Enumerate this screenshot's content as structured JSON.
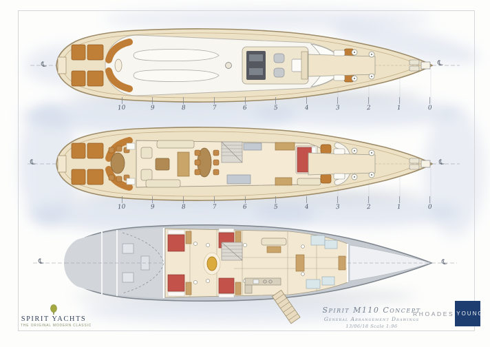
{
  "title_block": {
    "line1": "Spirit M110 Concept",
    "line2": "General Arrangement Drawings",
    "line3": "13/06/18  Scale 1:96"
  },
  "logos": {
    "spirit_yachts": {
      "name": "SPIRIT YACHTS",
      "tagline": "THE ORIGINAL MODERN CLASSIC"
    },
    "rhoades_young": {
      "left": "RHOADES",
      "right": "YOUNG"
    }
  },
  "scale_ruler": {
    "labels": [
      "10",
      "9",
      "8",
      "7",
      "6",
      "5",
      "4",
      "3",
      "2",
      "1",
      "0"
    ]
  },
  "drawing": {
    "centerline_symbol": "℄",
    "decks": [
      "flybridge-deck-plan",
      "main-deck-plan",
      "lower-deck-plan"
    ]
  },
  "colors": {
    "deck_cream": "#eee2c6",
    "hull_trim": "#9c8a66",
    "superstructure_white": "#f8f6f0",
    "furniture_brown": "#bf7d36",
    "table_wood": "#b08a52",
    "bed_red": "#c3524a",
    "steel_gray": "#c6cbd1",
    "gold_table": "#dcab3e",
    "logo_navy": "#1d3c70",
    "wash_blue": "#c8d3e6"
  }
}
